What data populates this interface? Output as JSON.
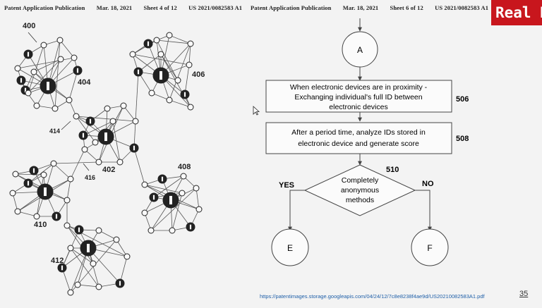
{
  "left_header": {
    "publication": "Patent Application Publication",
    "date": "Mar. 18, 2021",
    "sheet": "Sheet 4 of 12",
    "number": "US 2021/0082583 A1"
  },
  "right_header": {
    "publication": "Patent Application Publication",
    "date": "Mar. 18, 2021",
    "sheet": "Sheet 6 of 12",
    "number": "US 2021/0082583 A1"
  },
  "network": {
    "labels": {
      "fig": "400",
      "n404": "404",
      "n406": "406",
      "n414": "414",
      "n402": "402",
      "n416": "416",
      "n408": "408",
      "n410": "410",
      "n412": "412"
    }
  },
  "flowchart": {
    "connector_a": "A",
    "step_506": {
      "line1": "When electronic devices are in proximity -",
      "line2": "Exchanging individual's full ID between",
      "line3": "electronic devices",
      "ref": "506"
    },
    "step_508": {
      "line1": "After a period time, analyze IDs stored in",
      "line2": "electronic device and generate score",
      "ref": "508"
    },
    "decision_510": {
      "line1": "Completely",
      "line2": "anonymous",
      "line3": "methods",
      "ref": "510",
      "yes": "YES",
      "no": "NO"
    },
    "connector_e": "E",
    "connector_f": "F"
  },
  "brand": "Real N",
  "source_url": "https://patentimages.storage.googleapis.com/04/24/12/7c8e8238f4ae9d/US20210082583A1.pdf",
  "page_number": "35"
}
